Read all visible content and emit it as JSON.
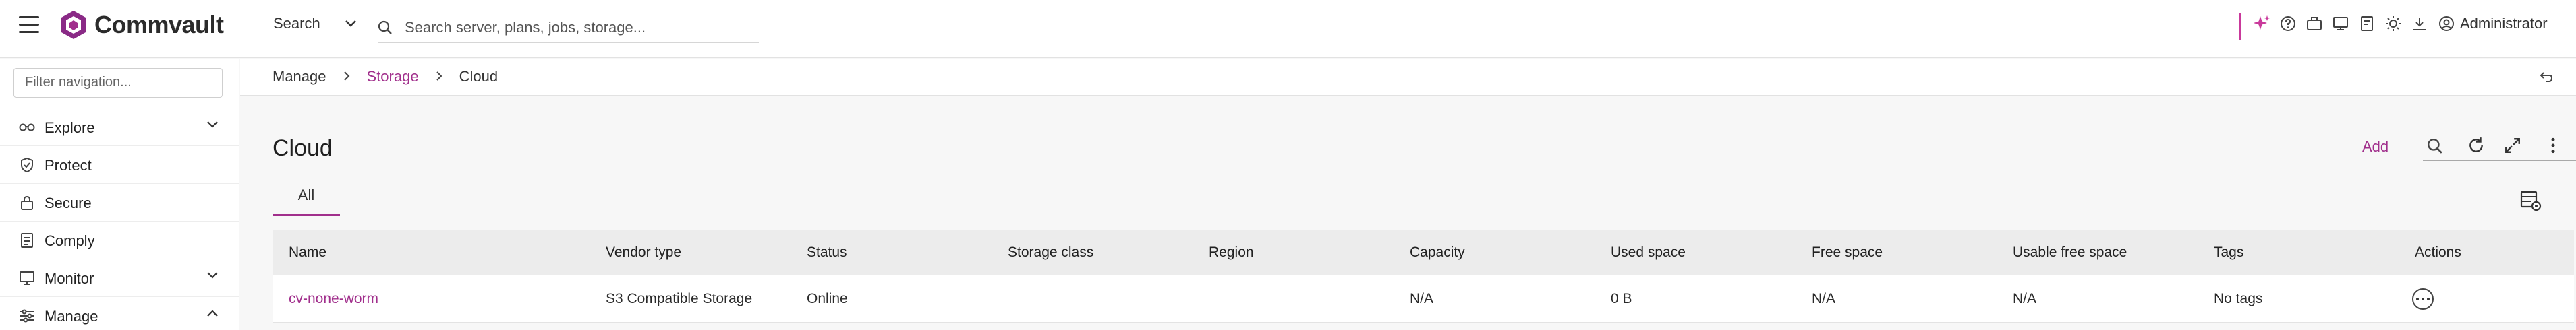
{
  "app": {
    "brand": "Commvault",
    "colors": {
      "accent": "#a12f8c",
      "ai_icon": "#c9399b"
    }
  },
  "header": {
    "search_scope": "Search",
    "search_placeholder": "Search server, plans, jobs, storage...",
    "user": "Administrator",
    "icons": [
      "sparkle-icon",
      "help-icon",
      "briefcase-icon",
      "monitor-icon",
      "document-icon",
      "theme-icon",
      "download-icon",
      "user-icon"
    ]
  },
  "sidebar": {
    "filter_placeholder": "Filter navigation...",
    "items": [
      {
        "label": "Explore",
        "icon": "explore-icon",
        "expandable": true,
        "expanded": false
      },
      {
        "label": "Protect",
        "icon": "shield-icon",
        "expandable": false
      },
      {
        "label": "Secure",
        "icon": "lock-icon",
        "expandable": false
      },
      {
        "label": "Comply",
        "icon": "document-icon",
        "expandable": false
      },
      {
        "label": "Monitor",
        "icon": "monitor-icon",
        "expandable": true,
        "expanded": false
      },
      {
        "label": "Manage",
        "icon": "sliders-icon",
        "expandable": true,
        "expanded": true
      }
    ]
  },
  "breadcrumb": {
    "items": [
      "Manage",
      "Storage",
      "Cloud"
    ]
  },
  "page": {
    "title": "Cloud",
    "add_label": "Add",
    "tabs": [
      {
        "label": "All",
        "active": true
      }
    ]
  },
  "table": {
    "columns": [
      "Name",
      "Vendor type",
      "Status",
      "Storage class",
      "Region",
      "Capacity",
      "Used space",
      "Free space",
      "Usable free space",
      "Tags",
      "Actions"
    ],
    "rows": [
      {
        "name": "cv-none-worm",
        "vendor_type": "S3 Compatible Storage",
        "status": "Online",
        "storage_class": "",
        "region": "",
        "capacity": "N/A",
        "used_space": "0 B",
        "free_space": "N/A",
        "usable_free_space": "N/A",
        "tags": "No tags"
      }
    ]
  }
}
